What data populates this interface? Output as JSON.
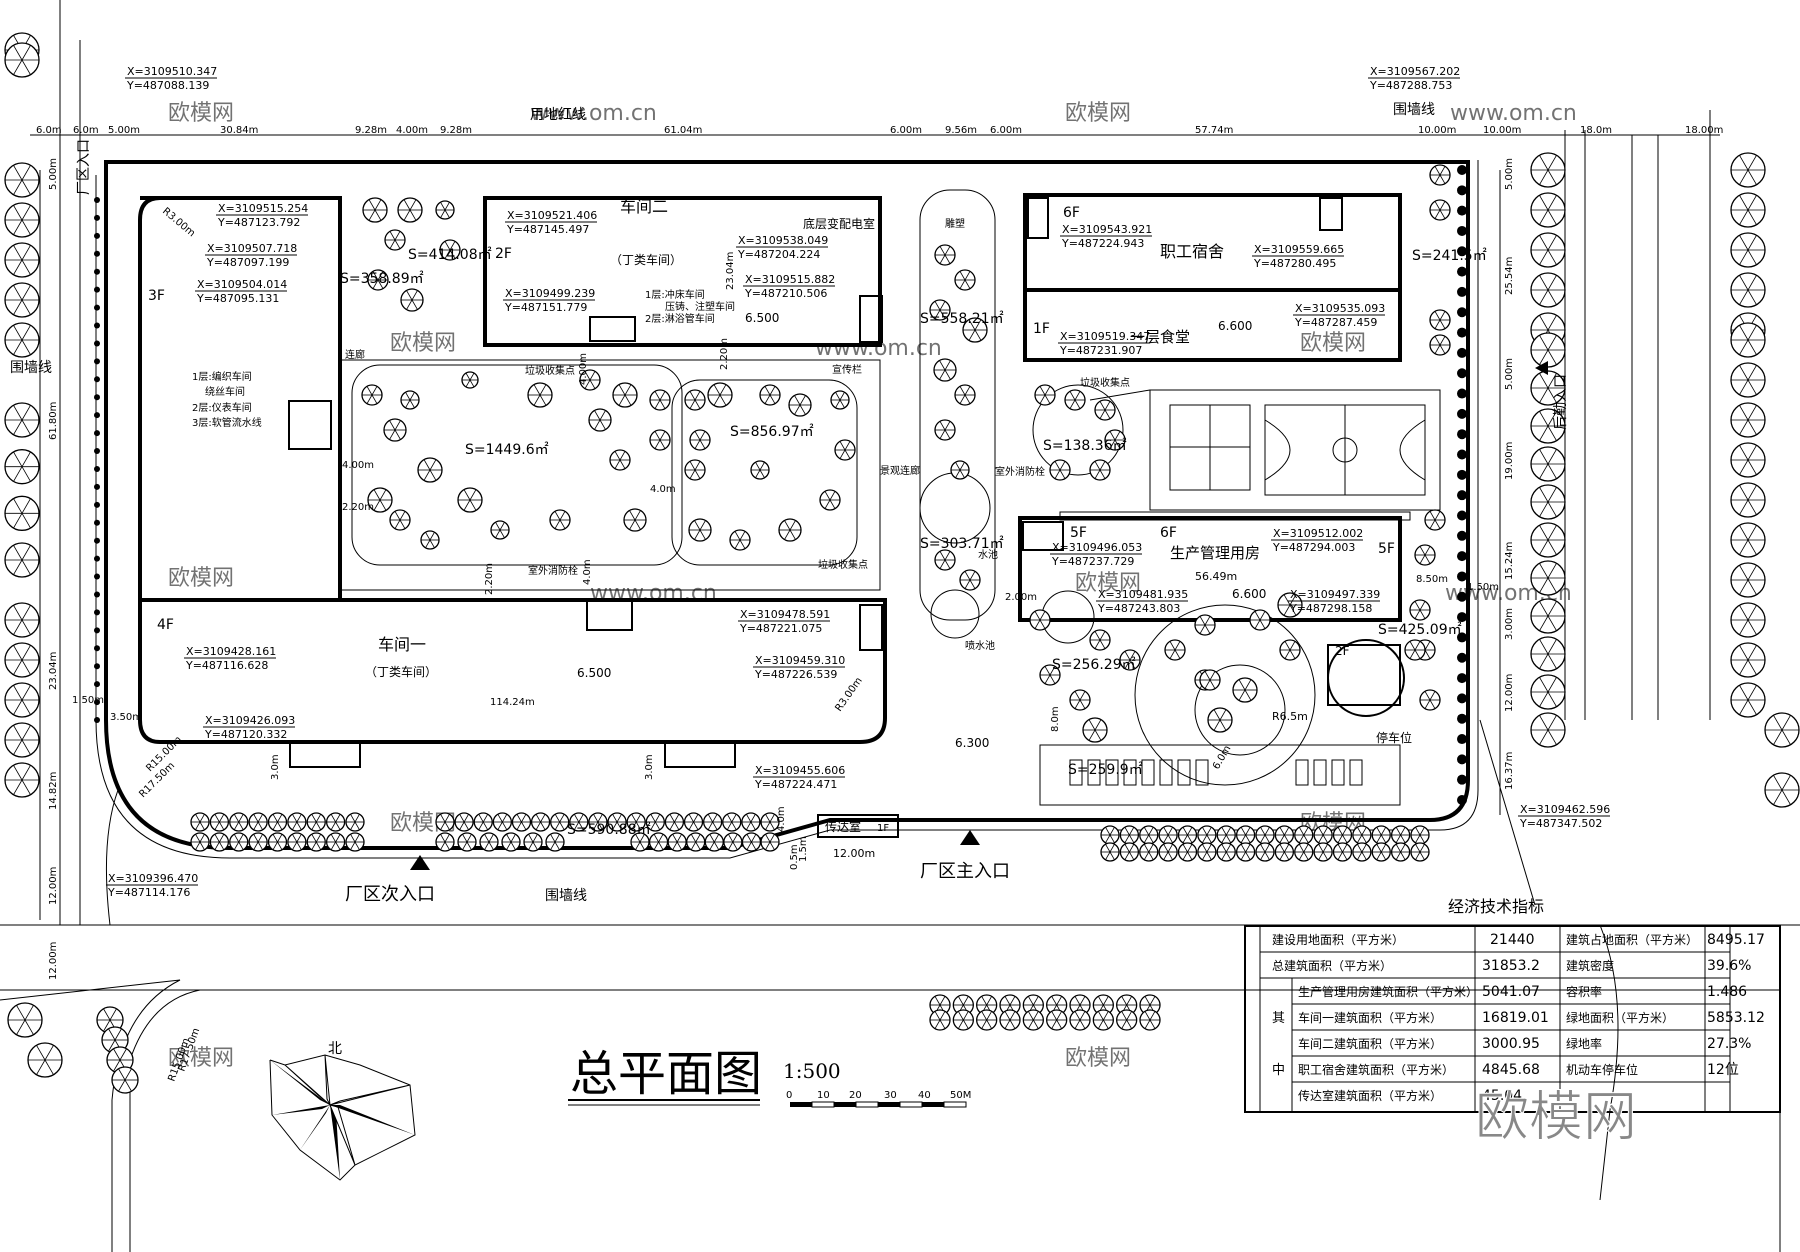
{
  "title": "总平面图",
  "scale": "1:500",
  "scale_bar": [
    "0",
    "10",
    "20",
    "30",
    "40",
    "50M"
  ],
  "north": "北",
  "watermark": "欧模网",
  "watermark_url": "www.om.cn",
  "labels": {
    "boundary_redline": "用地红线",
    "wall_line_tl": "围墙线",
    "wall_line_left": "围墙线",
    "wall_line_bottom": "围墙线",
    "factory_gate": "厂区入口",
    "back_entrance": "后勤入口",
    "secondary_entrance": "厂区次入口",
    "main_entrance": "厂区主入口",
    "gatehouse": "传达室",
    "gatehouse_floor": "1F"
  },
  "buildings": {
    "left": {
      "floors": "3F",
      "notes": [
        "1层:编织车间",
        "绕丝车间",
        "2层:仪表车间",
        "3层:软管流水线"
      ]
    },
    "workshop2": {
      "floors": "2F",
      "name": "车间二",
      "type": "（丁类车间）",
      "notes": [
        "1层:冲床车间",
        "压铸、注塑车间",
        "2层:淋浴管车间"
      ],
      "sub": "底层变配电室",
      "elev": "6.500"
    },
    "workshop1": {
      "floors": "4F",
      "name": "车间一",
      "type": "（丁类车间）",
      "elev": "6.500",
      "length": "114.24m"
    },
    "dorm": {
      "floors": "6F",
      "name": "职工宿舍"
    },
    "canteen": {
      "floors": "1F",
      "name": "一层食堂",
      "elev": "6.600"
    },
    "admin": {
      "floors": [
        "5F",
        "6F",
        "5F"
      ],
      "name": "生产管理用房",
      "length": "56.49m",
      "elev": "6.600"
    },
    "east_small": {
      "floors": "2F"
    }
  },
  "areas": [
    "S=358.89㎡",
    "S=414.08㎡",
    "S=1449.6㎡",
    "S=856.97㎡",
    "S=558.21㎡",
    "S=303.71㎡",
    "S=138.36㎡",
    "S=241.5㎡",
    "S=256.29㎡",
    "S=425.09㎡",
    "S=259.9㎡",
    "S=590.88㎡"
  ],
  "site_labels": [
    "垃圾收集点",
    "连廊",
    "宣传栏",
    "室外消防栓",
    "景观连廊",
    "雕塑",
    "喷水池",
    "水池",
    "停车位",
    "垃圾收集点",
    "室外消防栓",
    "垃圾收集点"
  ],
  "coordinates": [
    [
      "X=3109510.347",
      "Y=487088.139"
    ],
    [
      "X=3109567.202",
      "Y=487288.753"
    ],
    [
      "X=3109515.254",
      "Y=487123.792"
    ],
    [
      "X=3109507.718",
      "Y=487097.199"
    ],
    [
      "X=3109504.014",
      "Y=487095.131"
    ],
    [
      "X=3109521.406",
      "Y=487145.497"
    ],
    [
      "X=3109499.239",
      "Y=487151.779"
    ],
    [
      "X=3109538.049",
      "Y=487204.224"
    ],
    [
      "X=3109515.882",
      "Y=487210.506"
    ],
    [
      "X=3109543.921",
      "Y=487224.943"
    ],
    [
      "X=3109559.665",
      "Y=487280.495"
    ],
    [
      "X=3109535.093",
      "Y=487287.459"
    ],
    [
      "X=3109519.347",
      "Y=487231.907"
    ],
    [
      "X=3109496.053",
      "Y=487237.729"
    ],
    [
      "X=3109512.002",
      "Y=487294.003"
    ],
    [
      "X=3109481.935",
      "Y=487243.803"
    ],
    [
      "X=3109497.339",
      "Y=487298.158"
    ],
    [
      "X=3109478.591",
      "Y=487221.075"
    ],
    [
      "X=3109428.161",
      "Y=487116.628"
    ],
    [
      "X=3109459.310",
      "Y=487226.539"
    ],
    [
      "X=3109426.093",
      "Y=487120.332"
    ],
    [
      "X=3109455.606",
      "Y=487224.471"
    ],
    [
      "X=3109462.596",
      "Y=487347.502"
    ],
    [
      "X=3109396.470",
      "Y=487114.176"
    ]
  ],
  "dimensions_top": [
    "6.0m",
    "6.0m",
    "5.00m",
    "30.84m",
    "9.28m",
    "4.00m",
    "9.28m",
    "61.04m",
    "6.00m",
    "9.56m",
    "6.00m",
    "57.74m",
    "10.00m",
    "10.00m",
    "18.0m",
    "18.00m"
  ],
  "dimensions_left": [
    "5.00m",
    "61.80m",
    "23.04m",
    "1.50m",
    "14.82m",
    "12.00m",
    "12.00m"
  ],
  "dimensions_right": [
    "5.00m",
    "25.54m",
    "5.00m",
    "19.00m",
    "15.24m",
    "1.50m",
    "3.00m",
    "12.00m",
    "16.37m"
  ],
  "dimensions_misc": [
    "R3.00m",
    "4.00m",
    "2.20m",
    "4.00m",
    "2.20m",
    "4.0m",
    "4.0m",
    "23.04m",
    "2.20m",
    "3.50m",
    "R15.00m",
    "R17.50m",
    "3.0m",
    "3.0m",
    "R3.00m",
    "R6.5m",
    "6.0m",
    "8.0m",
    "2.00m",
    "8.50m",
    "1.5m",
    "0.5m",
    "4.0m",
    "12.00m",
    "R17.50m",
    "R15.00m",
    "6.300"
  ],
  "table": {
    "title": "经济技术指标",
    "rows": [
      {
        "label": "建设用地面积（平方米）",
        "value": "21440",
        "label2": "建筑占地面积（平方米）",
        "value2": "8495.17"
      },
      {
        "label": "总建筑面积（平方米）",
        "value": "31853.2",
        "label2": "建筑密度",
        "value2": "39.6%"
      },
      {
        "label": "生产管理用房建筑面积（平方米）",
        "value": "5041.07",
        "label2": "容积率",
        "value2": "1.486"
      },
      {
        "label": "车间一建筑面积（平方米）",
        "value": "16819.01",
        "label2": "绿地面积（平方米）",
        "value2": "5853.12"
      },
      {
        "label": "车间二建筑面积（平方米）",
        "value": "3000.95",
        "label2": "绿地率",
        "value2": "27.3%"
      },
      {
        "label": "职工宿舍建筑面积（平方米）",
        "value": "4845.68",
        "label2": "机动车停车位",
        "value2": "12位"
      },
      {
        "label": "传达室建筑面积（平方米）",
        "value": "45.04",
        "label2": "",
        "value2": ""
      }
    ],
    "group_label": [
      "其",
      "中"
    ]
  }
}
